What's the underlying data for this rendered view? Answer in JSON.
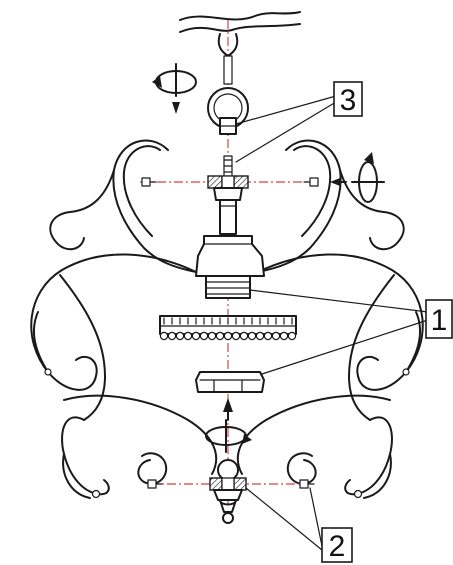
{
  "callouts": {
    "one": "1",
    "two": "2",
    "three": "3"
  },
  "colors": {
    "axis": "#d04545",
    "ink": "#1a1a1a"
  },
  "icons": [
    "rotation-arrow-icon",
    "direction-arrow-icon"
  ]
}
